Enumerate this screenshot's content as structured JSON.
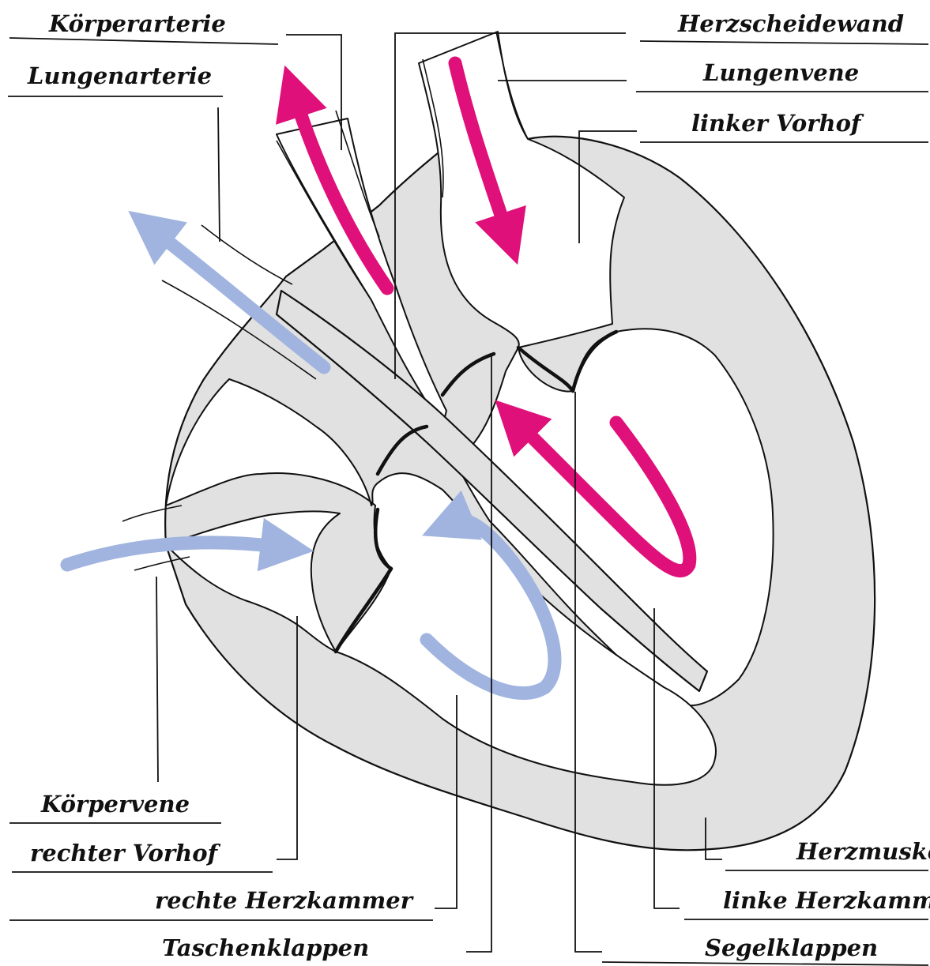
{
  "labels": {
    "koerperarterie": "Körperarterie",
    "lungenarterie": "Lungenarterie",
    "herzscheidewand": "Herzscheidewand",
    "lungenvene": "Lungenvene",
    "linker_vorhof": "linker Vorhof",
    "koerpervene": "Körpervene",
    "rechter_vorhof": "rechter Vorhof",
    "rechte_herzkammer": "rechte Herzkammer",
    "taschenklappen": "Taschenklappen",
    "herzmuskel": "Herzmuskel",
    "linke_herzkammer": "linke Herzkammer",
    "segelklappen": "Segelklappen"
  },
  "colors": {
    "oxygen_rich_blood": "#e0107a",
    "oxygen_poor_blood": "#a0b4df",
    "heart_muscle": "#e1e1e1",
    "outline": "#111111"
  }
}
